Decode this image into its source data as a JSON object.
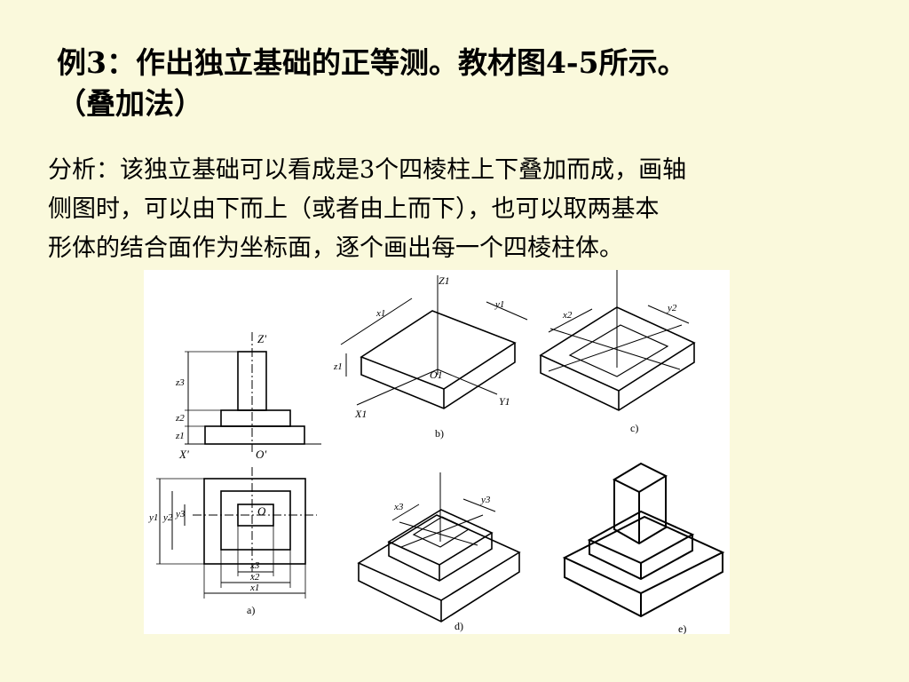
{
  "colors": {
    "background": "#FAF9DC",
    "figure_bg": "#FFFFFF",
    "line": "#000000"
  },
  "title": {
    "line1": "例3：作出独立基础的正等测。教材图4-5所示。",
    "line2": "（叠加法）"
  },
  "analysis": {
    "line1": "分析：该独立基础可以看成是3个四棱柱上下叠加而成，画轴",
    "line2": "侧图时，可以由下而上（或者由上而下），也可以取两基本",
    "line3": "形体的结合面作为坐标面，逐个画出每一个四棱柱体。"
  },
  "figure": {
    "a": {
      "caption": "a)",
      "z_axis": "Z'",
      "x_axis": "X'",
      "origin_front": "O'",
      "origin_top": "O",
      "dims_left": [
        "z3",
        "z2",
        "z1"
      ],
      "dims_top": [
        "y1",
        "y2",
        "y3"
      ],
      "dims_bottom": [
        "x3",
        "x2",
        "x1"
      ]
    },
    "b": {
      "caption": "b)",
      "z": "Z1",
      "x": "X1",
      "y": "Y1",
      "o": "O1",
      "dim_x": "x1",
      "dim_y": "y1",
      "dim_z": "z1"
    },
    "c": {
      "caption": "c)",
      "dim_x": "x2",
      "dim_y": "y2"
    },
    "d": {
      "caption": "d)",
      "dim_x": "x3",
      "dim_y": "y3"
    },
    "e": {
      "caption": "e)"
    }
  }
}
